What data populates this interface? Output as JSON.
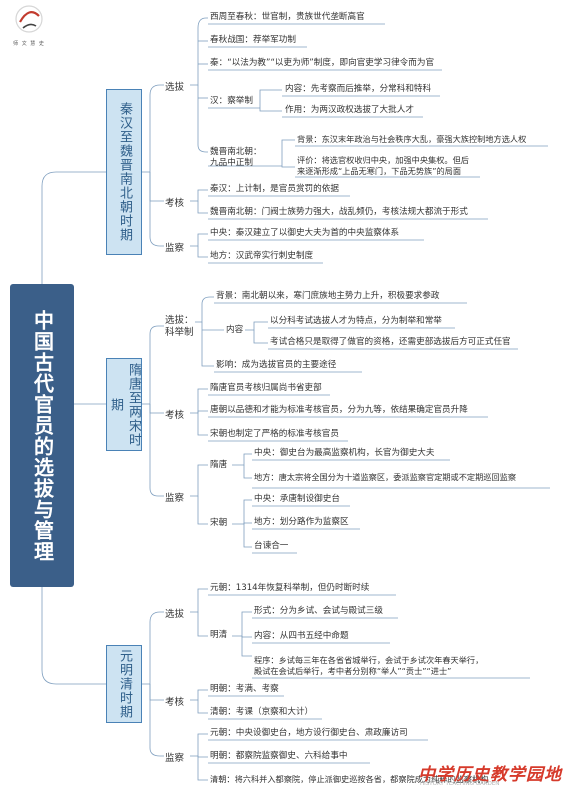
{
  "logo": {
    "text": "师 文 慧 史"
  },
  "root": "中国古代官员的选拔与管理",
  "periods": [
    {
      "label": "秦汉至魏晋南北朝时期"
    },
    {
      "label": "隋唐至两宋时期"
    },
    {
      "label": "元明清时期"
    }
  ],
  "p1": {
    "select": "选拔",
    "s1": "西周至春秋：世官制，贵族世代垄断高官",
    "s2": "春秋战国：荐举军功制",
    "s3": "秦：“以法为教”“以吏为师”制度，即向官吏学习律令而为官",
    "han": "汉：察举制",
    "han1": "内容：先考察而后推举，分常科和特科",
    "han2": "作用：为两汉政权选拔了大批人才",
    "wei_a": "魏晋南北朝：",
    "wei_b": "九品中正制",
    "wei1": "背景：东汉末年政治与社会秩序大乱，豪强大族控制地方选人权",
    "wei2a": "评价：将选官权收归中央，加强中央集权。但后",
    "wei2b": "来逐渐形成“上品无寒门，下品无势族”的局面",
    "assess": "考核",
    "a1": "秦汉：上计制，是官员赏罚的依据",
    "a2": "魏晋南北朝：门阀士族势力强大，战乱频仍，考核法规大都流于形式",
    "supervise": "监察",
    "m1": "中央：秦汉建立了以御史大夫为首的中央监察体系",
    "m2": "地方：汉武帝实行刺史制度"
  },
  "p2": {
    "select_a": "选拔：",
    "select_b": "科举制",
    "bg": "背景：南北朝以来，寒门庶族地主势力上升，积极要求参政",
    "content": "内容",
    "c1": "以分科考试选拔人才为特点，分为制举和常举",
    "c2": "考试合格只是取得了做官的资格，还需吏部选拔后方可正式任官",
    "impact": "影响：成为选拔官员的主要途径",
    "assess": "考核",
    "a1": "隋唐官员考核归属尚书省吏部",
    "a2": "唐朝以品德和才能为标准考核官员，分为九等，依结果确定官员升降",
    "a3": "宋朝也制定了严格的标准考核官员",
    "supervise": "监察",
    "suitang": "隋唐",
    "st1": "中央：御史台为最高监察机构，长官为御史大夫",
    "st2": "地方：唐太宗将全国分为十道监察区，委派监察官定期或不定期巡回监察",
    "song": "宋朝",
    "sg1": "中央：承唐制设御史台",
    "sg2": "地方：划分路作为监察区",
    "sg3": "台谏合一"
  },
  "p3": {
    "select": "选拔",
    "yuan": "元朝：1314年恢复科举制，但仍时断时续",
    "mingqing": "明清",
    "f": "形式：分为乡试、会试与殿试三级",
    "c": "内容：从四书五经中命题",
    "pr1": "程序：乡试每三年在各省省城举行，会试于乡试次年春天举行，",
    "pr2": "殿试在会试后举行，考中者分别称“举人”“贡士”“进士”",
    "assess": "考核",
    "a1": "明朝：考满、考察",
    "a2": "清朝：考课（京察和大计）",
    "supervise": "监察",
    "m1": "元朝：中央设御史台，地方设行御史台、肃政廉访司",
    "m2": "明朝：都察院监察御史、六科给事中",
    "m3": "清朝：将六科并入都察院，停止派御史巡按各省，都察院成为纯粹的监察机构"
  },
  "watermark": {
    "title": "中学历史教学园地",
    "sub": "HISTORY TEACHING GARDEN"
  },
  "colors": {
    "root": "#3b5f89",
    "period_fill": "#cde3f2",
    "period_border": "#4a82b6",
    "line": "#7f9fbf",
    "watermark": "#d63a2b"
  }
}
